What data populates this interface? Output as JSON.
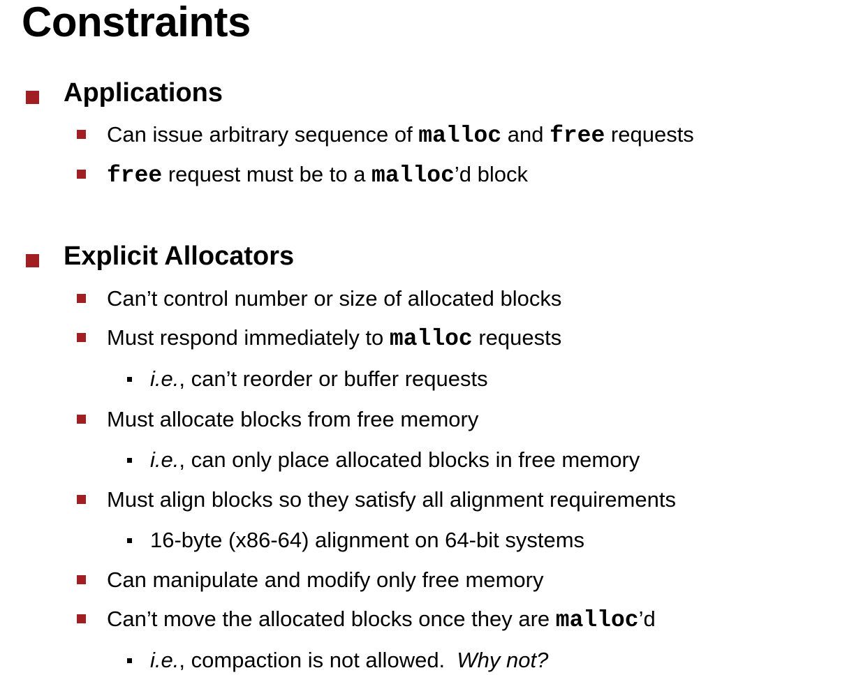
{
  "title": "Constraints",
  "sections": [
    {
      "heading": "Applications",
      "items": [
        {
          "t1": "Can issue arbitrary sequence of ",
          "c1": "malloc",
          "t2": " and ",
          "c2": "free",
          "t3": " requests"
        },
        {
          "c1": "free",
          "t1": " request must be to a ",
          "c2": "malloc",
          "t2": "’d  block"
        }
      ]
    },
    {
      "heading": "Explicit Allocators",
      "items": [
        {
          "text": "Can’t control number or size of allocated blocks"
        },
        {
          "t1": "Must respond immediately to ",
          "c1": "malloc",
          "t2": " requests",
          "sub": {
            "ie": "i.e.",
            "rest": ", can’t reorder or buffer requests"
          }
        },
        {
          "text": "Must allocate blocks from free memory",
          "sub": {
            "ie": "i.e.",
            "rest": ", can only place allocated blocks in free memory"
          }
        },
        {
          "text": "Must align blocks so they satisfy all alignment requirements",
          "sub": {
            "text": "16-byte (x86-64) alignment on 64-bit systems"
          }
        },
        {
          "text": "Can manipulate and modify only free memory"
        },
        {
          "t1": "Can’t move the allocated blocks once they are ",
          "c1": "malloc",
          "t2": "’d",
          "sub": {
            "ie": "i.e.",
            "rest": ", compaction is not allowed.  ",
            "why": "Why not?"
          }
        }
      ]
    }
  ],
  "colors": {
    "bullet_accent": "#a11f22",
    "text": "#000000",
    "background": "#ffffff"
  }
}
